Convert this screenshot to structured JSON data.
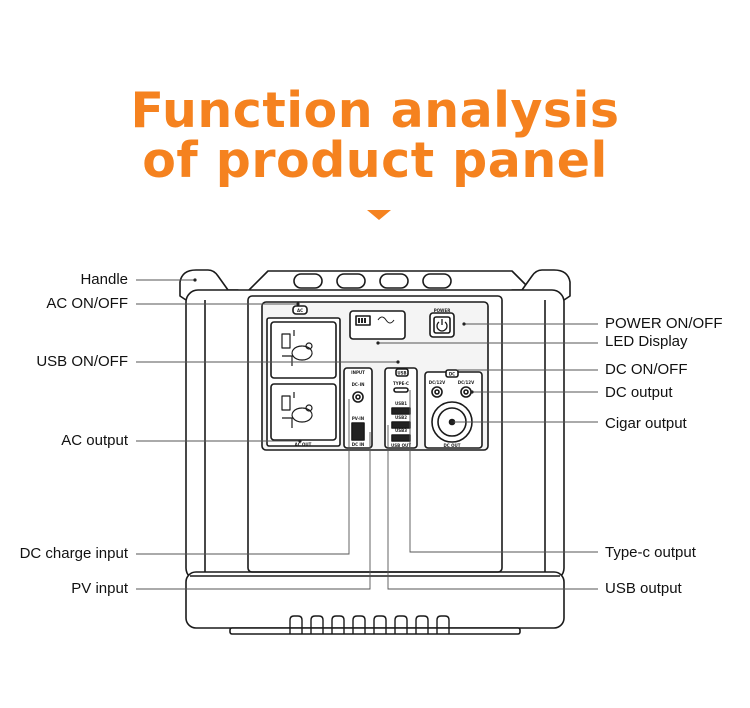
{
  "title": {
    "line1": "Function analysis",
    "line2": "of product panel"
  },
  "colors": {
    "accent": "#f5821f",
    "outline": "#1a1a1a",
    "panel": "#f4f4f4"
  },
  "callouts": {
    "left": {
      "handle": "Handle",
      "ac_on_off": "AC ON/OFF",
      "usb_on_off": "USB ON/OFF",
      "ac_output": "AC output",
      "dc_charge_input": "DC charge input",
      "pv_input": "PV input"
    },
    "right": {
      "power_on_off": "POWER ON/OFF",
      "led_display": "LED Display",
      "dc_on_off": "DC ON/OFF",
      "dc_output": "DC output",
      "cigar_output": "Cigar output",
      "type_c_output": "Type-c output",
      "usb_output": "USB output"
    }
  },
  "panel_labels": {
    "ac_button": "AC",
    "ac_out": "AC OUT",
    "power": "POWER",
    "input": "INPUT",
    "dc_in_port": "DC-IN",
    "pv_in_port": "PV-IN",
    "dc_in": "DC IN",
    "usb_button": "USB",
    "type_c": "TYPE-C",
    "usb1": "USB1",
    "usb2": "USB2",
    "usb3": "USB3",
    "usb_out": "USB OUT",
    "dc_button": "DC",
    "dc12v_a": "DC/12V",
    "dc12v_b": "DC/12V",
    "dc_out": "DC OUT"
  }
}
